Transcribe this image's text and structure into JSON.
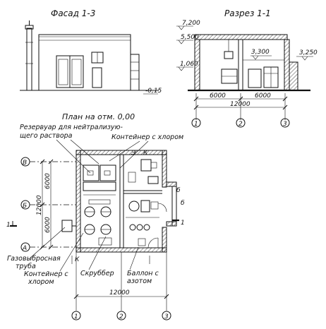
{
  "facade": {
    "title": "Фасад 1-3",
    "level_below": "-0,15"
  },
  "section": {
    "title": "Разрез 1-1",
    "levels": [
      "7,200",
      "5,500",
      "3,300",
      "3,250",
      "1,060"
    ],
    "dims": [
      "6000",
      "6000",
      "12000"
    ],
    "axes": [
      "1",
      "2",
      "3"
    ]
  },
  "plan": {
    "title": "План на отм. 0,00",
    "labels": {
      "reservoir": [
        "Резервуар для нейтрализую-",
        "щего раствора"
      ],
      "container_top": "Контейнер с хлором",
      "gas_pipe": [
        "Газовыбросная",
        "труба"
      ],
      "container_bottom": [
        "Контейнер с",
        "хлором"
      ],
      "scrubber": "Скруббер",
      "nitrogen": [
        "Баллон с",
        "азотом"
      ]
    },
    "room_marks": [
      "Э",
      "К",
      "К",
      "б",
      "б"
    ],
    "section_marks": [
      "1",
      "1"
    ],
    "axes_rows": [
      "В",
      "Б",
      "А"
    ],
    "axes_cols": [
      "1",
      "2",
      "3"
    ],
    "dims_vertical": [
      "6000",
      "6000",
      "12000"
    ],
    "dim_horizontal": "12000"
  }
}
